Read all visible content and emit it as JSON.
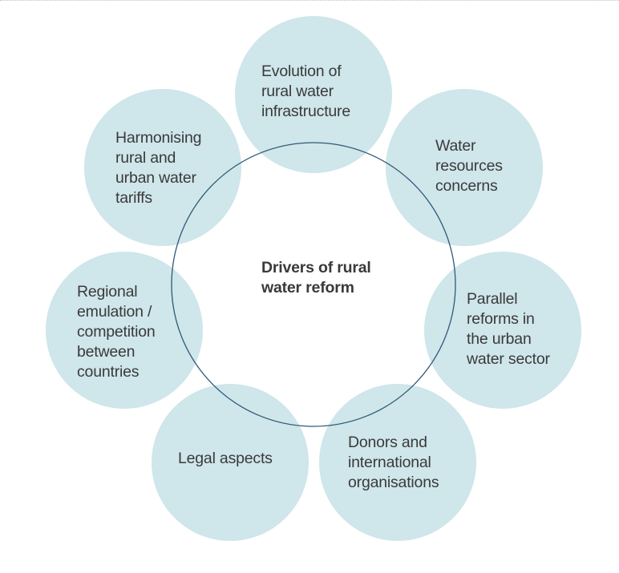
{
  "diagram": {
    "center_title": "Drivers of rural\nwater reform",
    "drivers": [
      {
        "id": "infrastructure",
        "label": "Evolution of\nrural water\ninfrastructure"
      },
      {
        "id": "water-resources",
        "label": "Water\nresources\nconcerns"
      },
      {
        "id": "urban-reforms",
        "label": "Parallel\nreforms in\nthe urban\nwater sector"
      },
      {
        "id": "donors",
        "label": "Donors and\ninternational\norganisations"
      },
      {
        "id": "legal",
        "label": "Legal aspects"
      },
      {
        "id": "regional",
        "label": "Regional\nemulation /\ncompetition\nbetween\ncountries"
      },
      {
        "id": "tariffs",
        "label": "Harmonising\nrural and\nurban water\ntariffs"
      }
    ],
    "colors": {
      "bubble_fill": "#cfe6eb",
      "ring_stroke": "#2f5a75",
      "text": "#3a3a3a"
    }
  }
}
